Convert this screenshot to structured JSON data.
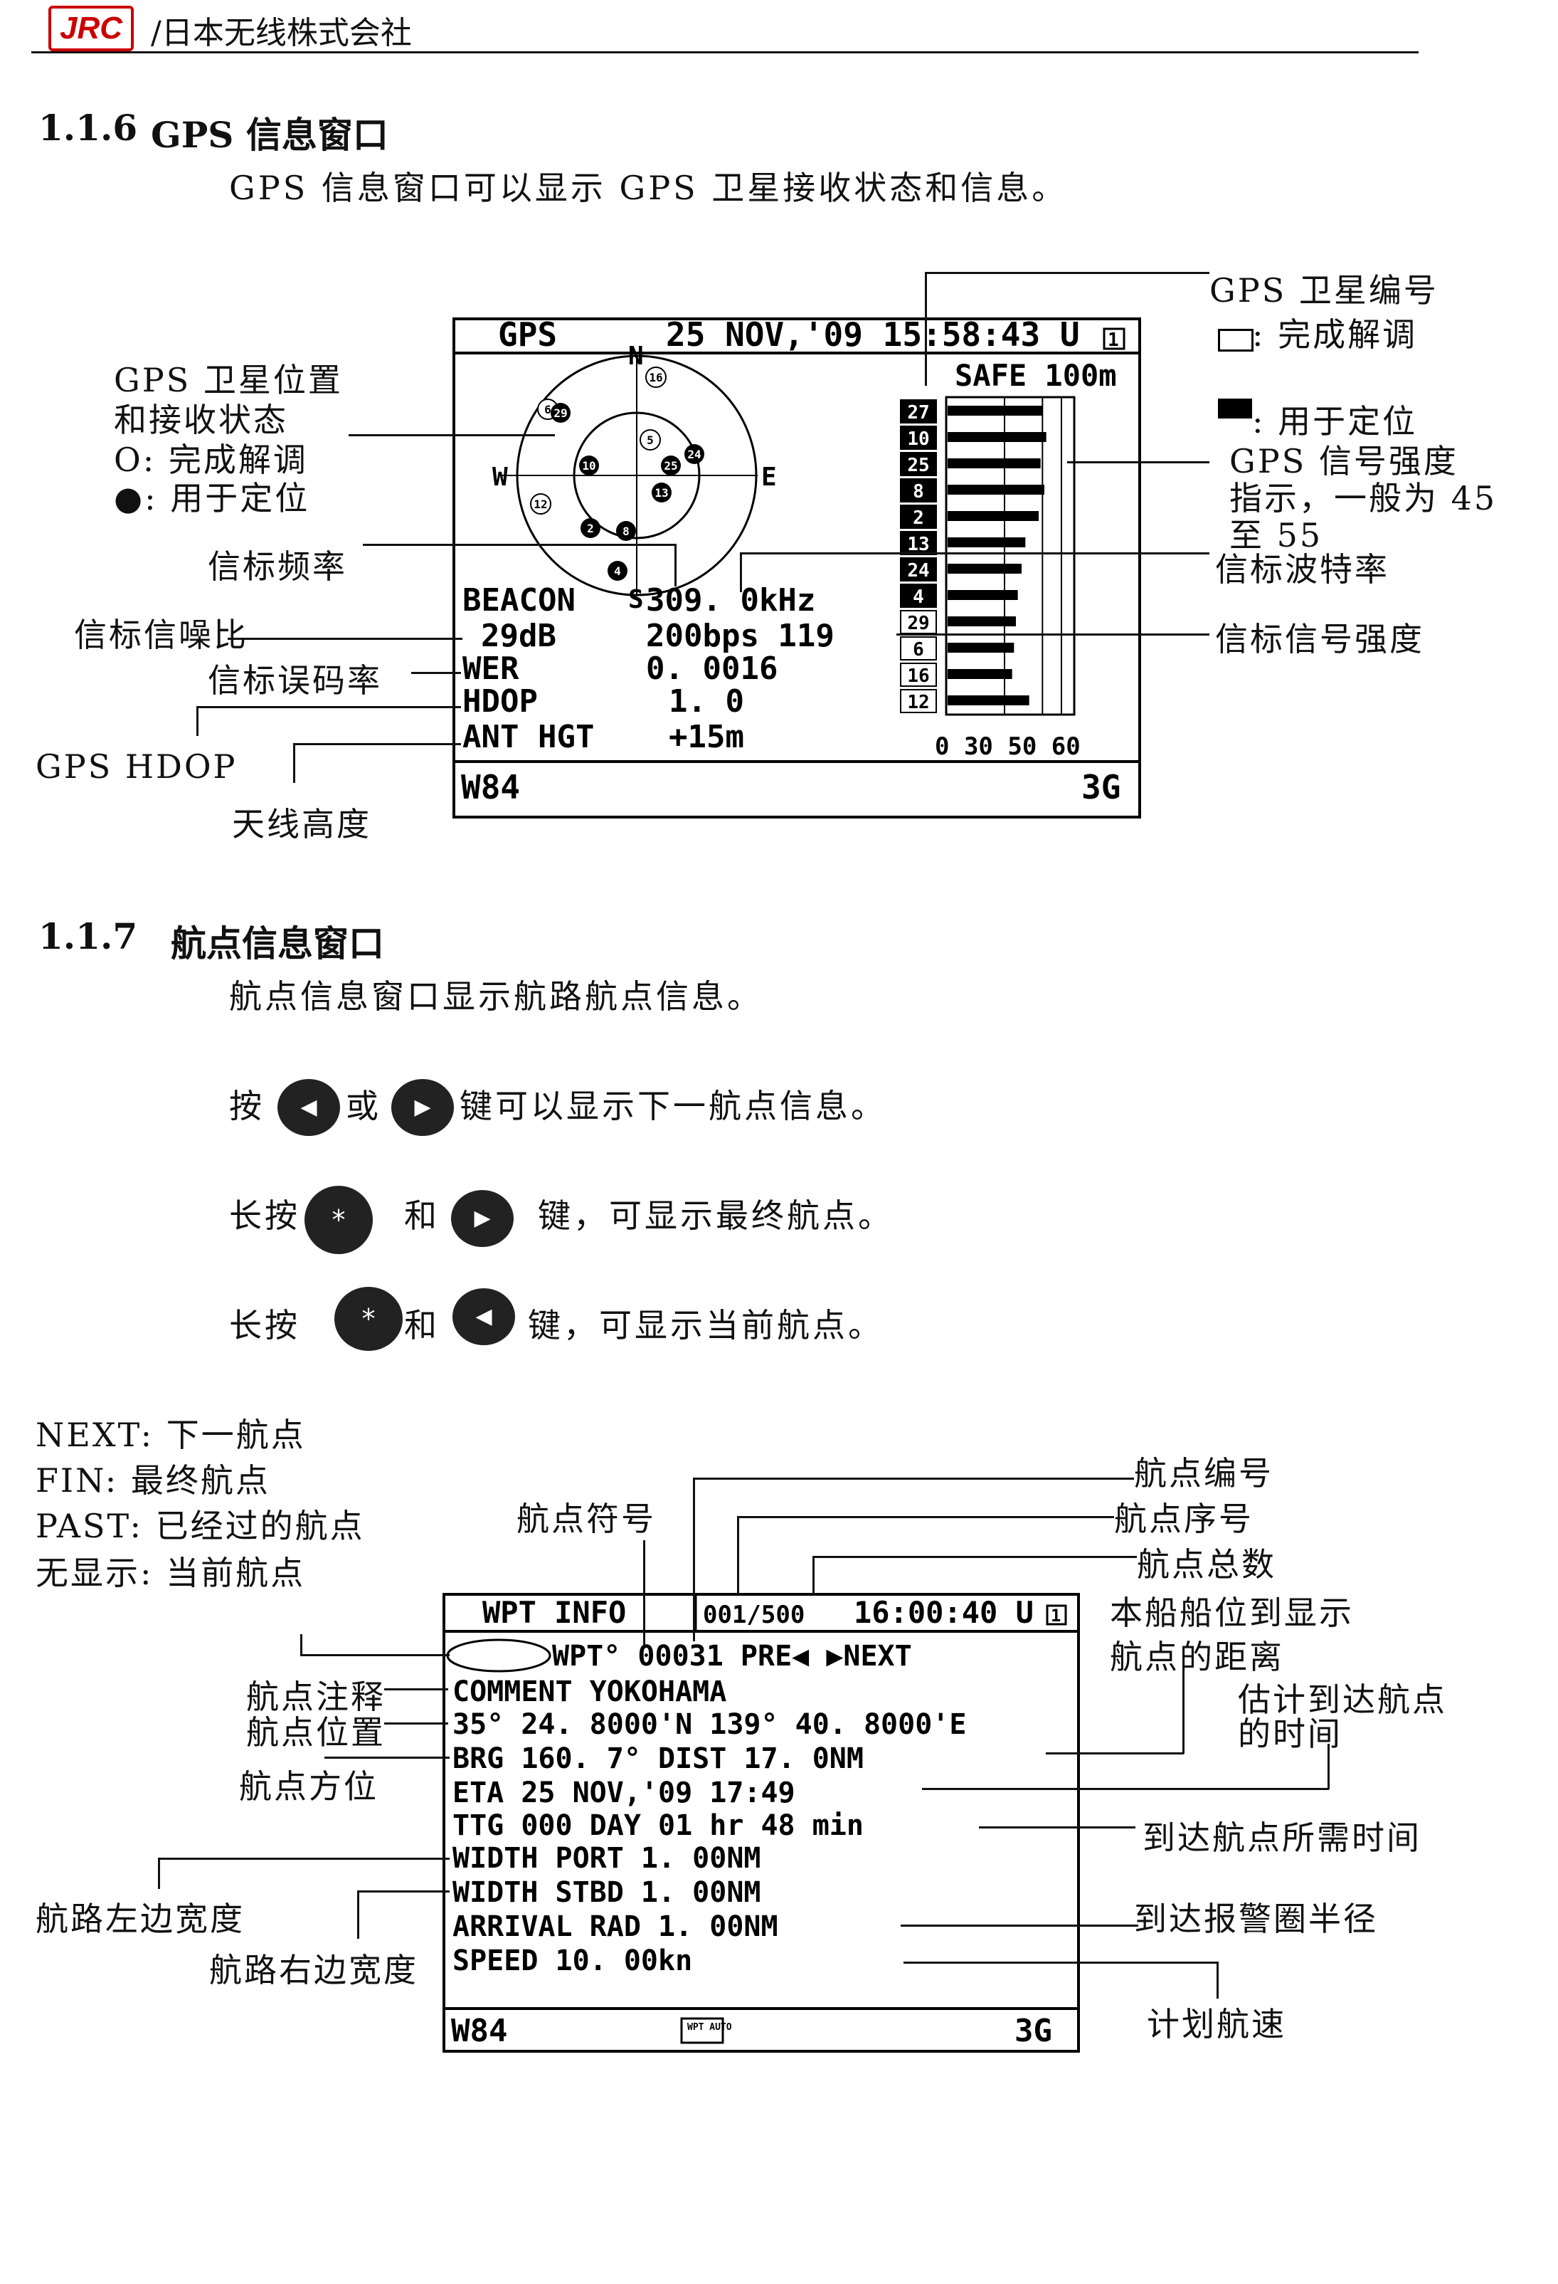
{
  "header": {
    "logo": "JRC",
    "company": "/日本无线株式会社"
  },
  "sec1": {
    "number": "1.1.6",
    "title": "GPS 信息窗口",
    "desc": "GPS 信息窗口可以显示 GPS 卫星接收状态和信息。",
    "ann": {
      "sat_pos_1": "GPS 卫星位置",
      "sat_pos_2": "和接收状态",
      "sat_pos_3": "O: 完成解调",
      "sat_pos_4": "●: 用于定位",
      "beacon_freq": "信标频率",
      "beacon_snr": "信标信噪比",
      "beacon_wer": "信标误码率",
      "gps_hdop": "GPS HDOP",
      "ant_height": "天线高度",
      "sat_no": "GPS 卫星编号",
      "demod": ": 完成解调",
      "used": ": 用于定位",
      "strength_1": "GPS 信号强度",
      "strength_2": "指示，一般为 45",
      "strength_3": "至 55",
      "baud": "信标波特率",
      "beacon_strength": "信标信号强度"
    },
    "screen": {
      "title": "GPS",
      "datetime": "25 NOV,'09 15:58:43 U",
      "u_index": "1",
      "safe": "SAFE  100m",
      "compass_n": "N",
      "compass_s": "S",
      "compass_e": "E",
      "compass_w": "W",
      "beacon_label": "BEACON",
      "beacon_val": "309. 0kHz",
      "snr": "29dB",
      "bps": "200bps 119",
      "wer_label": "WER",
      "wer_val": "0. 0016",
      "hdop_label": "HDOP",
      "hdop_val": "1. 0",
      "ant_label": "ANT  HGT",
      "ant_val": "+15m",
      "datum": "W84",
      "fix": "3G",
      "bar_axis": "0 30  50 60",
      "sats": [
        {
          "id": "27",
          "used": true,
          "strength": 50
        },
        {
          "id": "10",
          "used": true,
          "strength": 52
        },
        {
          "id": "25",
          "used": true,
          "strength": 49
        },
        {
          "id": "8",
          "used": true,
          "strength": 51
        },
        {
          "id": "2",
          "used": true,
          "strength": 48
        },
        {
          "id": "13",
          "used": true,
          "strength": 41
        },
        {
          "id": "24",
          "used": true,
          "strength": 39
        },
        {
          "id": "4",
          "used": true,
          "strength": 37
        },
        {
          "id": "29",
          "used": false,
          "strength": 36
        },
        {
          "id": "6",
          "used": false,
          "strength": 35
        },
        {
          "id": "16",
          "used": false,
          "strength": 34
        },
        {
          "id": "12",
          "used": false,
          "strength": 43
        }
      ]
    }
  },
  "sec2": {
    "number": "1.1.7",
    "title": "航点信息窗口",
    "desc": "航点信息窗口显示航路航点信息。",
    "line1_a": "按",
    "line1_b": "或",
    "line1_c": "键可以显示下一航点信息。",
    "line2_a": "长按",
    "line2_b": "和",
    "line2_c": "键，可显示最终航点。",
    "line3_a": "长按",
    "line3_b": "和",
    "line3_c": "键，可显示当前航点。",
    "legend": [
      "NEXT: 下一航点",
      "FIN: 最终航点",
      "PAST: 已经过的航点",
      "无显示: 当前航点"
    ],
    "ann": {
      "wpt_no": "航点编号",
      "wpt_symbol": "航点符号",
      "wpt_seq": "航点序号",
      "wpt_total": "航点总数",
      "dist_1": "本船船位到显示",
      "dist_2": "航点的距离",
      "eta_1": "估计到达航点",
      "eta_2": "的时间",
      "comment": "航点注释",
      "position": "航点位置",
      "bearing": "航点方位",
      "ttg": "到达航点所需时间",
      "width_port": "航路左边宽度",
      "width_stbd": "航路右边宽度",
      "arrival": "到达报警圈半径",
      "speed": "计划航速"
    },
    "screen": {
      "title": "WPT  INFO",
      "count": "001/500",
      "time": "16:00:40 U",
      "u_index": "1",
      "row1": "WPT° 00031 PRE◀ ▶NEXT",
      "comment": "COMMENT  YOKOHAMA",
      "pos": "35° 24. 8000'N  139° 40. 8000'E",
      "brg": "BRG  160. 7°  DIST     17. 0NM",
      "eta": "ETA   25  NOV,'09  17:49",
      "ttg": "TTG   000 DAY 01 hr 48 min",
      "width_port": "WIDTH PORT      1. 00NM",
      "width_stbd": "WIDTH STBD      1. 00NM",
      "arrival": "ARRIVAL  RAD    1. 00NM",
      "speed": "SPEED          10. 00kn",
      "datum": "W84",
      "badge": "WPT AUTO",
      "fix": "3G"
    }
  }
}
